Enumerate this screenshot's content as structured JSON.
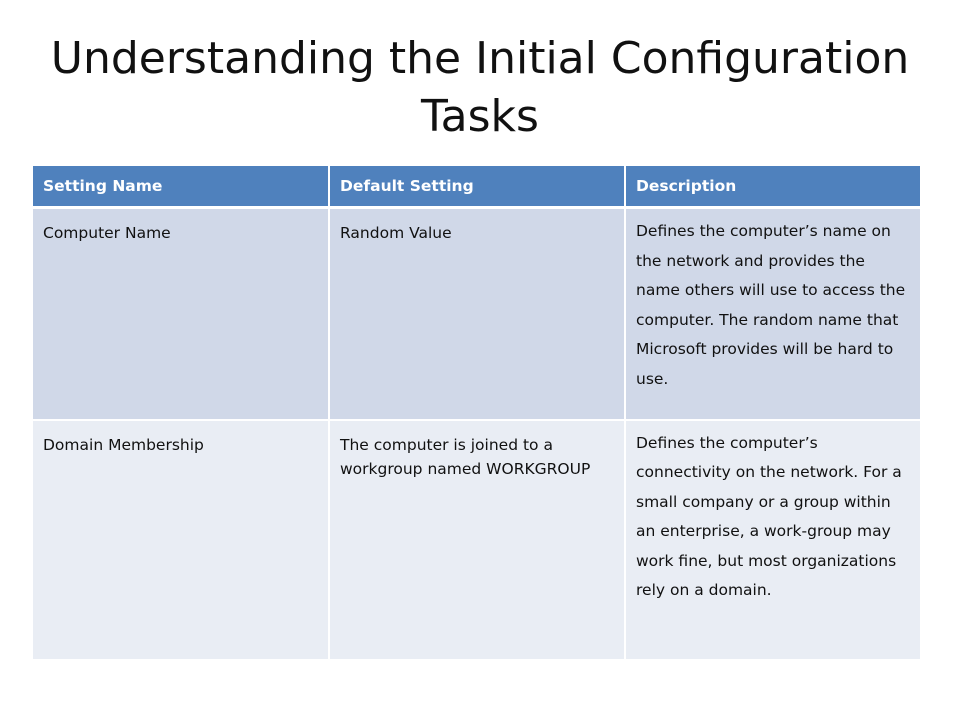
{
  "slide": {
    "title": "Understanding the Initial Configuration Tasks"
  },
  "table": {
    "headers": [
      "Setting Name",
      "Default Setting",
      "Description"
    ],
    "rows": [
      {
        "setting_name": "Computer Name",
        "default_setting": "Random Value",
        "description": "Defines the computer’s name on the network and provides the name others will use to access the computer. The random name that Microsoft provides will be hard to use."
      },
      {
        "setting_name": "Domain Membership",
        "default_setting": "The computer is joined to a workgroup named WORKGROUP",
        "description": "Defines the computer’s connectivity on the network.  For a small company or a group within an enterprise, a work-group may work fine, but most organizations rely on a domain."
      }
    ]
  },
  "colors": {
    "header_bg": "#4f81bd",
    "row_odd_bg": "#d0d8e8",
    "row_even_bg": "#e9edf4"
  }
}
